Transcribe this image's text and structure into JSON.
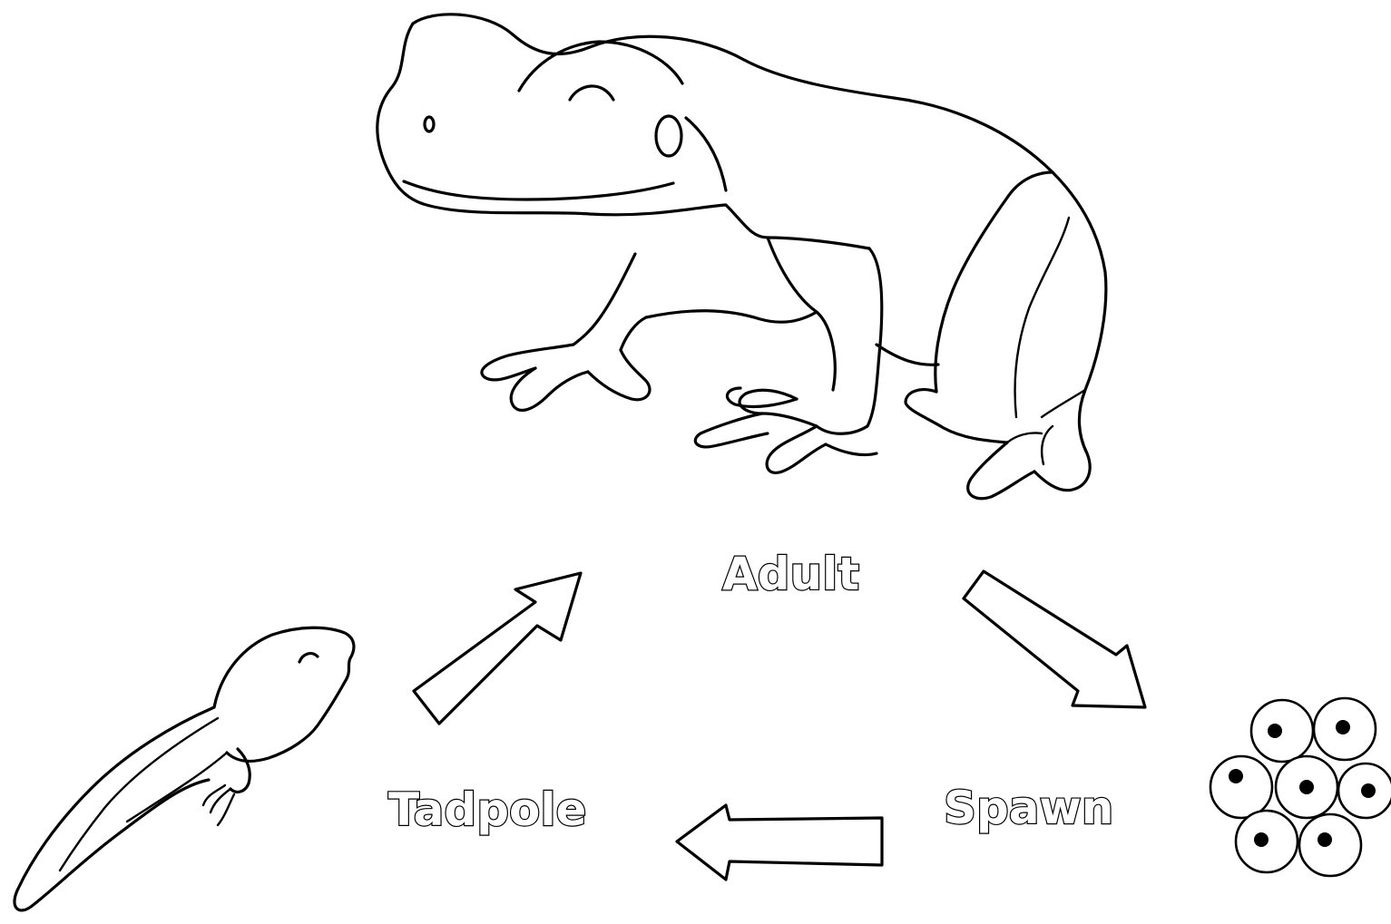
{
  "stages": {
    "adult": "Adult",
    "spawn": "Spawn",
    "tadpole": "Tadpole"
  },
  "colors": {
    "line": "#000000",
    "background": "#ffffff",
    "label_fill": "#ffffff"
  },
  "icons": [
    "frog-illustration",
    "frogspawn-illustration",
    "tadpole-illustration",
    "arrow-icon"
  ]
}
